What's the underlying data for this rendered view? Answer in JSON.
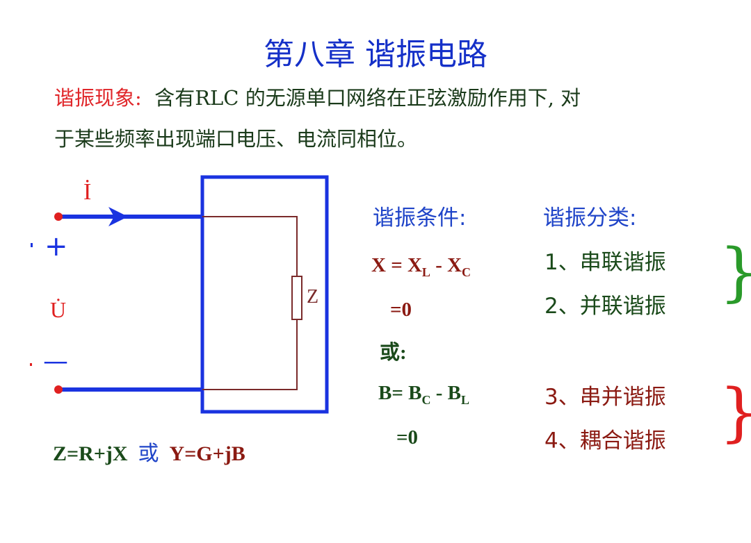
{
  "title": "第八章 谐振电路",
  "definition": {
    "label": "谐振现象:",
    "line1": "含有RLC 的无源单口网络在正弦激励作用下, 对",
    "line2": "于某些频率出现端口电压、电流同相位。"
  },
  "circuit": {
    "current_label": "İ",
    "plus": "+",
    "voltage_label": "U̇",
    "minus": "—",
    "impedance_label": "Z"
  },
  "impedance_relation": {
    "z": "Z=R+jX",
    "or": "或",
    "y": "Y=G+jB"
  },
  "conditions": {
    "heading": "谐振条件:",
    "x_main": "X = X",
    "x_sub1": "L",
    "x_mid": " - X",
    "x_sub2": "C",
    "x_zero": "=0",
    "or": "或:",
    "b_main": "B= B",
    "b_sub1": "C",
    "b_mid": " - B",
    "b_sub2": "L",
    "b_zero": "=0"
  },
  "classification": {
    "heading": "谐振分类:",
    "items": [
      "1、串联谐振",
      "2、并联谐振",
      "3、串并谐振",
      "4、耦合谐振"
    ],
    "brace": "}"
  },
  "colors": {
    "title": "#1530c8",
    "red_label": "#e0262a",
    "blue": "#1f44c8",
    "dark_red": "#8b1a12",
    "dark_green": "#1a4a1a",
    "brace_green": "#2a9a2a",
    "brace_red": "#e02020"
  }
}
